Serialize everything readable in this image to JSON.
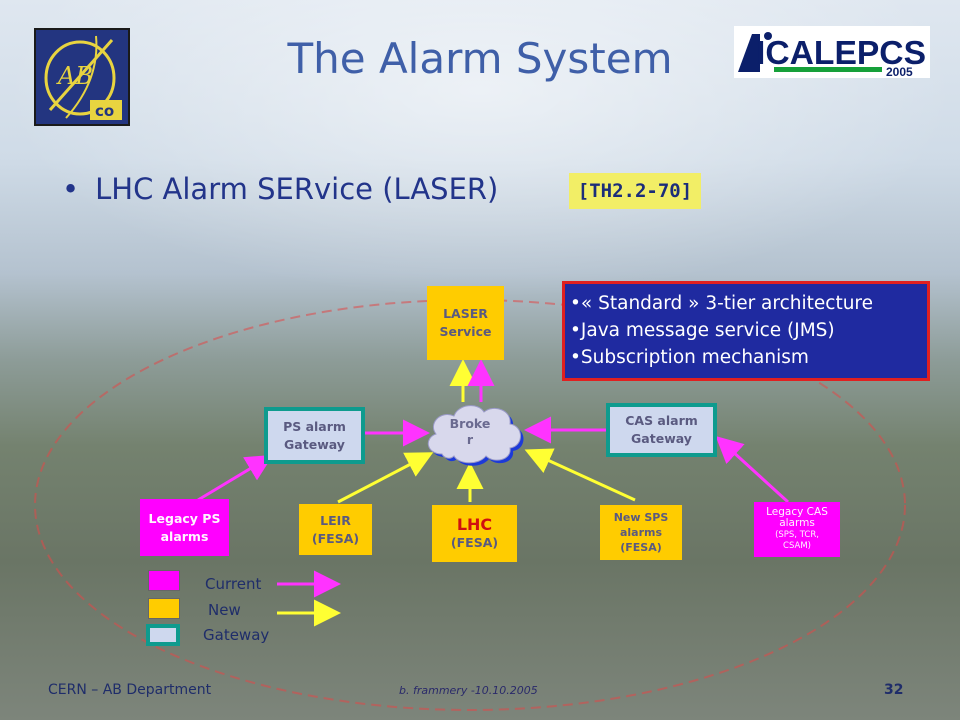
{
  "title": "The Alarm System",
  "logo_ab": {
    "text_top": "AB",
    "text_bottom": "co"
  },
  "logo_icalepcs": {
    "text": "ICALEPCS",
    "year": "2005"
  },
  "bullet": "LHC Alarm SERvice (LASER)",
  "reference": "[TH2.2-70]",
  "info_box": {
    "items": [
      "•« Standard » 3-tier architecture",
      "•Java message service (JMS)",
      "•Subscription mechanism"
    ]
  },
  "nodes": {
    "laser": {
      "line1": "LASER",
      "line2": "Service"
    },
    "broker": {
      "line1": "Broke",
      "line2": "r"
    },
    "ps_gateway": {
      "line1": "PS alarm",
      "line2": "Gateway"
    },
    "cas_gateway": {
      "line1": "CAS alarm",
      "line2": "Gateway"
    },
    "legacy_ps": {
      "line1": "Legacy PS",
      "line2": "alarms"
    },
    "leir": {
      "line1": "LEIR",
      "line2": "(FESA)"
    },
    "lhc": {
      "line1": "LHC",
      "line2": "(FESA)"
    },
    "new_sps": {
      "line1": "New SPS",
      "line2": "alarms",
      "line3": "(FESA)"
    },
    "legacy_cas": {
      "line1": "Legacy CAS",
      "line2": "alarms",
      "line3": "(SPS, TCR,",
      "line4": "CSAM)"
    }
  },
  "legend": {
    "current": "Current",
    "new": "New",
    "gateway": "Gateway"
  },
  "colors": {
    "current": "#ff00ff",
    "new": "#ffcc00",
    "gateway_fill": "#ced8ee",
    "gateway_border": "#0e9b8e",
    "arrow_new": "#ffff33",
    "info_bg": "#1f2aa0",
    "info_border": "#e02020"
  },
  "footer": {
    "left": "CERN – AB Department",
    "middle": "b. frammery -10.10.2005",
    "page": "32"
  }
}
